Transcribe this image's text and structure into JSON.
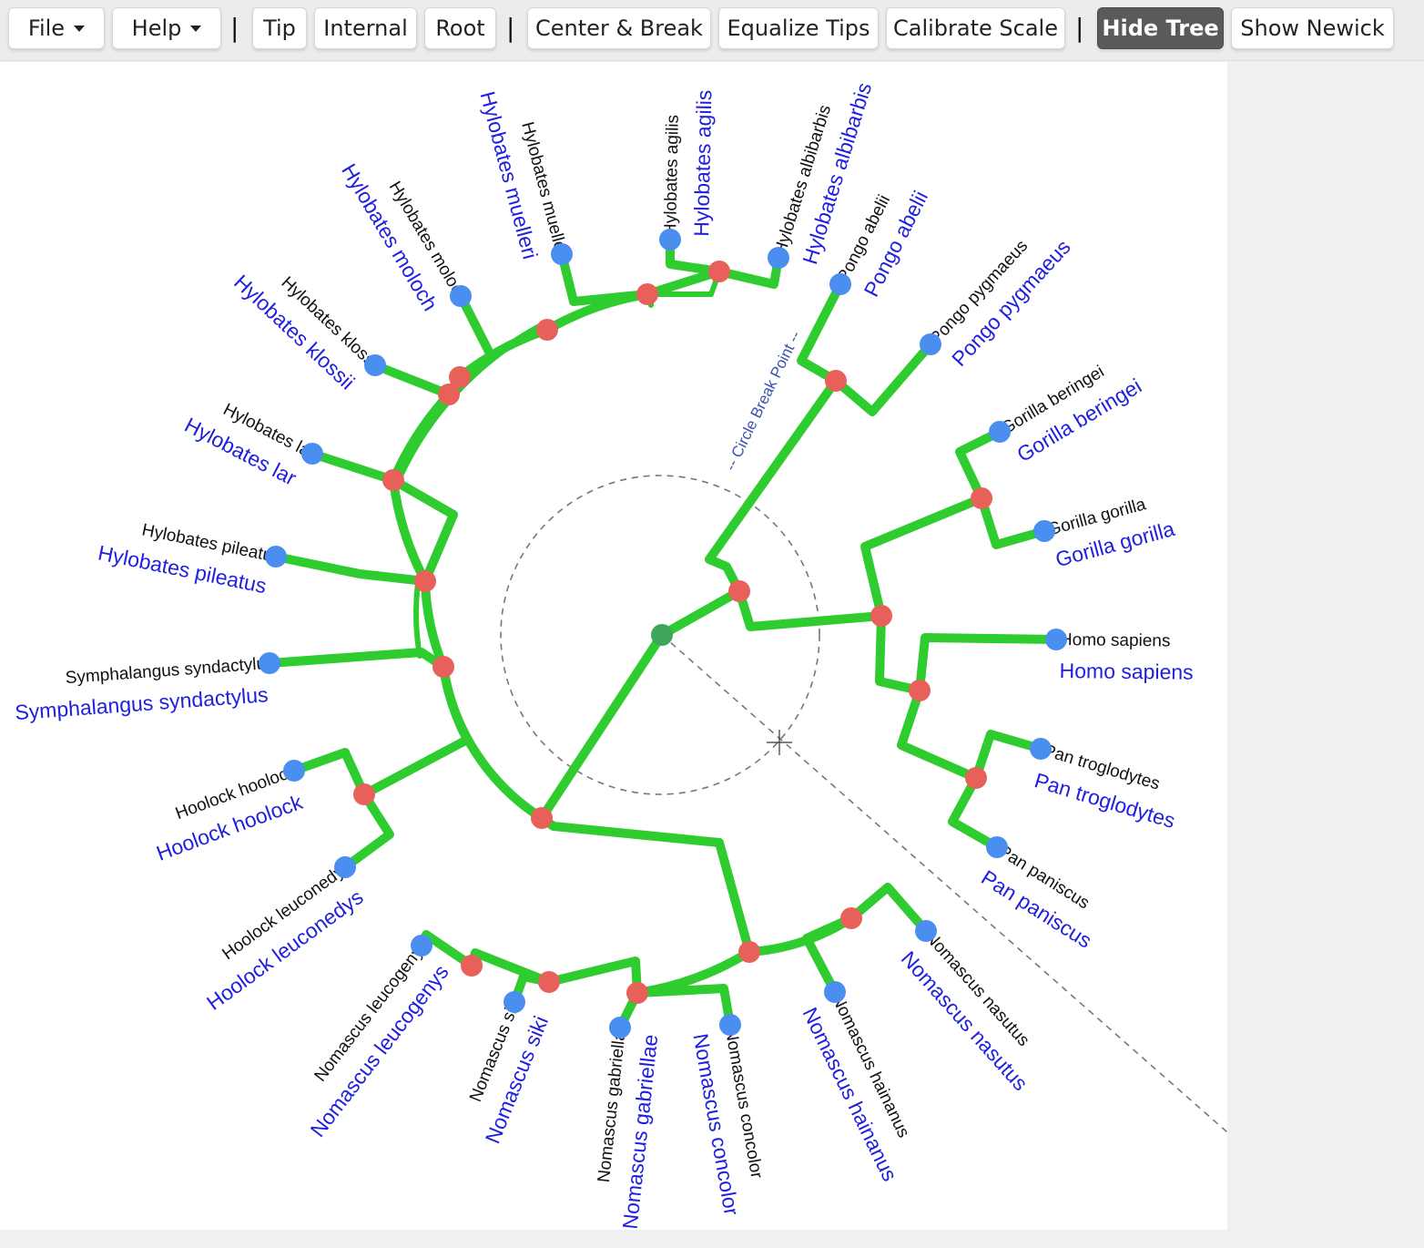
{
  "toolbar": {
    "file": "File",
    "help": "Help",
    "sep": "|",
    "tip": "Tip",
    "internal": "Internal",
    "root": "Root",
    "center_break": "Center & Break",
    "equalize_tips": "Equalize Tips",
    "calibrate_scale": "Calibrate Scale",
    "hide_tree": "Hide Tree",
    "show_newick": "Show Newick"
  },
  "tree": {
    "break_label": "-- Circle Break Point --",
    "colors": {
      "branch": "#2ecc2e",
      "internal_node": "#e8605a",
      "tip_node": "#4a8ff0",
      "root_node": "#3fa55a",
      "tip_label": "#111111",
      "species_label": "#2020e0"
    },
    "tips": [
      {
        "label": "Hylobates muelle",
        "species": "Hylobates muelleri"
      },
      {
        "label": "Hylobates agilis",
        "species": "Hylobates agilis"
      },
      {
        "label": "Hylobates albibarbis",
        "species": "Hylobates albibarbis"
      },
      {
        "label": "Pongo abelii",
        "species": "Pongo abelii"
      },
      {
        "label": "Pongo pygmaeus",
        "species": "Pongo pygmaeus"
      },
      {
        "label": "Gorilla beringei",
        "species": "Gorilla beringei"
      },
      {
        "label": "Gorilla gorilla",
        "species": "Gorilla gorilla"
      },
      {
        "label": "Homo sapiens",
        "species": "Homo sapiens"
      },
      {
        "label": "Pan troglodytes",
        "species": "Pan troglodytes"
      },
      {
        "label": "Pan paniscus",
        "species": "Pan paniscus"
      },
      {
        "label": "Nomascus nasutus",
        "species": "Nomascus nasutus"
      },
      {
        "label": "Nomascus hainanus",
        "species": "Nomascus hainanus"
      },
      {
        "label": "Nomascus concolor",
        "species": "Nomascus concolor"
      },
      {
        "label": "Nomascus gabriella",
        "species": "Nomascus gabriellae"
      },
      {
        "label": "Nomascus sil",
        "species": "Nomascus siki"
      },
      {
        "label": "Nomascus leucogeny",
        "species": "Nomascus leucogenys"
      },
      {
        "label": "Hoolock leuconedy",
        "species": "Hoolock leuconedys"
      },
      {
        "label": "Hoolock hoolocl",
        "species": "Hoolock hoolock"
      },
      {
        "label": "Symphalangus syndactylu",
        "species": "Symphalangus syndactylus"
      },
      {
        "label": "Hylobates pileatu",
        "species": "Hylobates pileatus"
      },
      {
        "label": "Hylobates la",
        "species": "Hylobates lar"
      },
      {
        "label": "Hylobates kloss",
        "species": "Hylobates klossii"
      },
      {
        "label": "Hylobates moloc",
        "species": "Hylobates moloch"
      }
    ]
  }
}
